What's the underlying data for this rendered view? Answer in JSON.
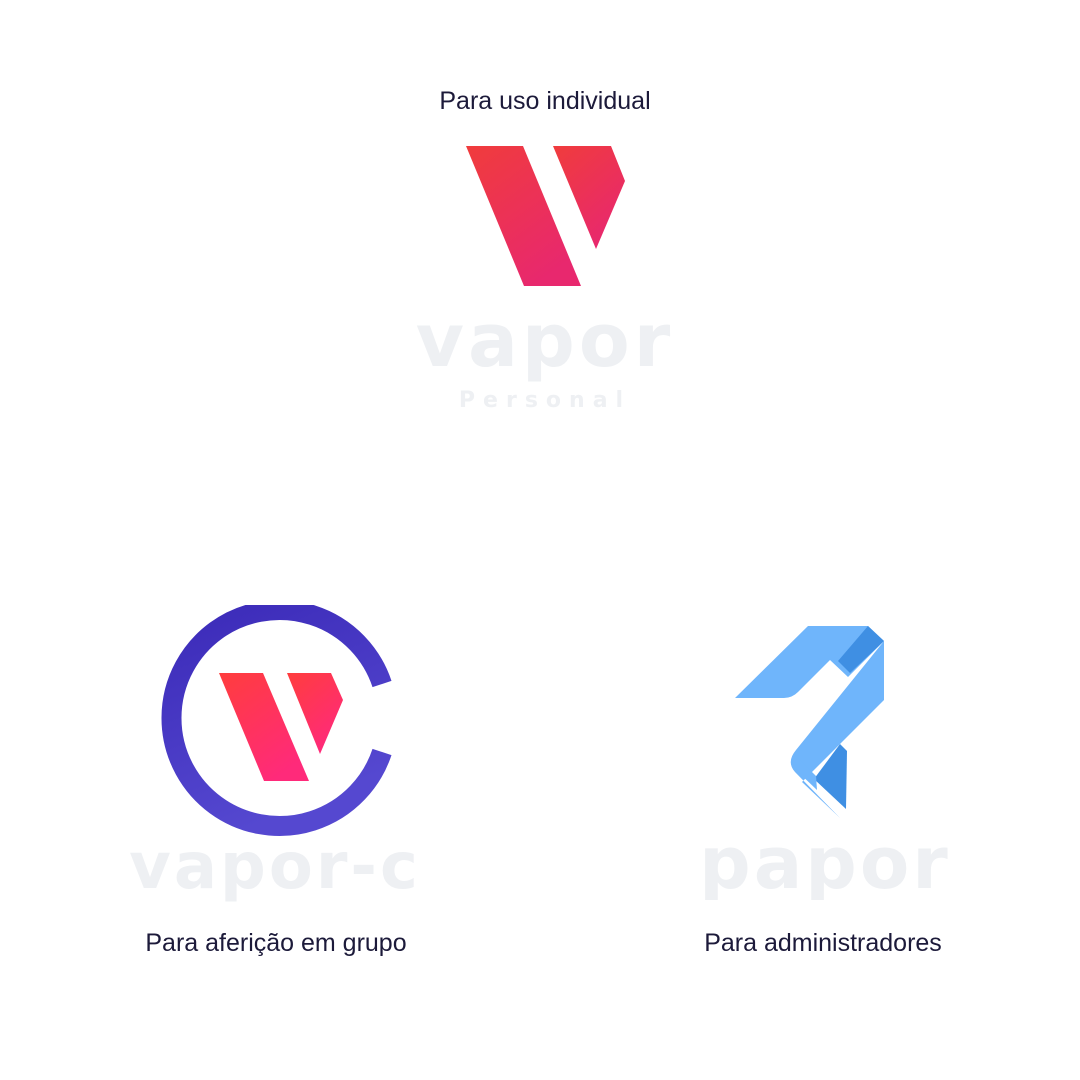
{
  "sections": {
    "personal": {
      "caption": "Para uso individual",
      "wordmark": "vapor",
      "sub_wordmark": "Personal"
    },
    "group": {
      "caption": "Para aferição em grupo",
      "wordmark": "vapor-c"
    },
    "admin": {
      "caption": "Para administradores",
      "wordmark": "papor"
    }
  },
  "icons": {
    "personal": "vapor-v-icon",
    "group": "vapor-c-ring-icon",
    "admin": "papor-ribbon-icon"
  },
  "colors": {
    "text": "#1c1a3a",
    "wordmark": "#eef0f3",
    "red_start": "#f03c3c",
    "pink_end": "#e8286e",
    "ring_start": "#3b2ab8",
    "ring_end": "#5548d0",
    "blue_light": "#6fb5fb",
    "blue_dark": "#3f8fe3"
  }
}
